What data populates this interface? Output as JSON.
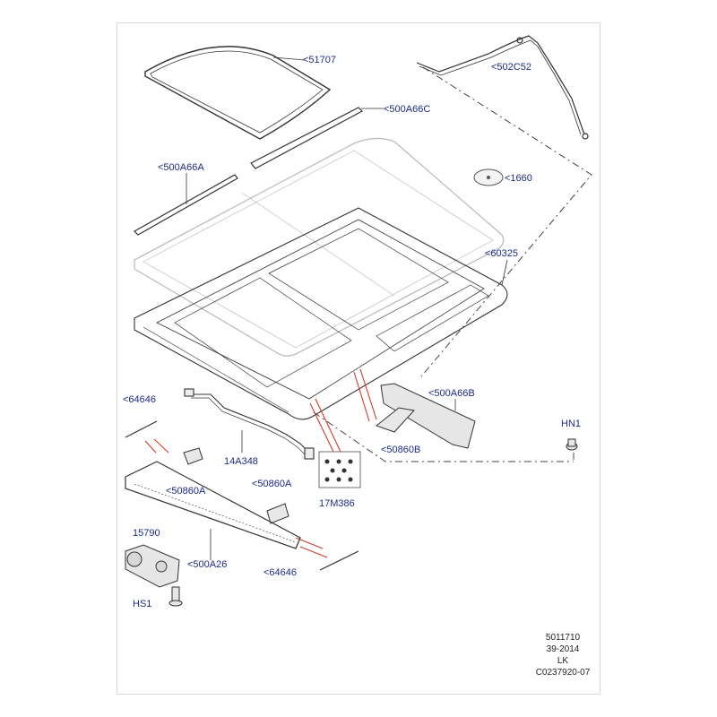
{
  "colors": {
    "label": "#1c2a8a",
    "part_line": "#333333",
    "dashed_line": "#444444",
    "accent_lines": "#d23a2a",
    "glass_outline": "#bdbdbd"
  },
  "callouts": {
    "c51707": "<51707",
    "c502c52": "<502C52",
    "c500a66c": "<500A66C",
    "c500a66a": "<500A66A",
    "c1660": "<1660",
    "c60325": "<60325",
    "c64646_top": "<64646",
    "c500a66b": "<500A66B",
    "hn1": "HN1",
    "c14a348": "14A348",
    "c50860b": "<50860B",
    "c50860a_left": "<50860A",
    "c50860a_mid": "<50860A",
    "c17m386": "17M386",
    "c15790": "15790",
    "c500a26": "<500A26",
    "c64646_bottom": "<64646",
    "hs1": "HS1"
  },
  "footer": {
    "line1": "5011710",
    "line2": "39-2014",
    "line3": "LK",
    "line4": "C0237920-07"
  }
}
